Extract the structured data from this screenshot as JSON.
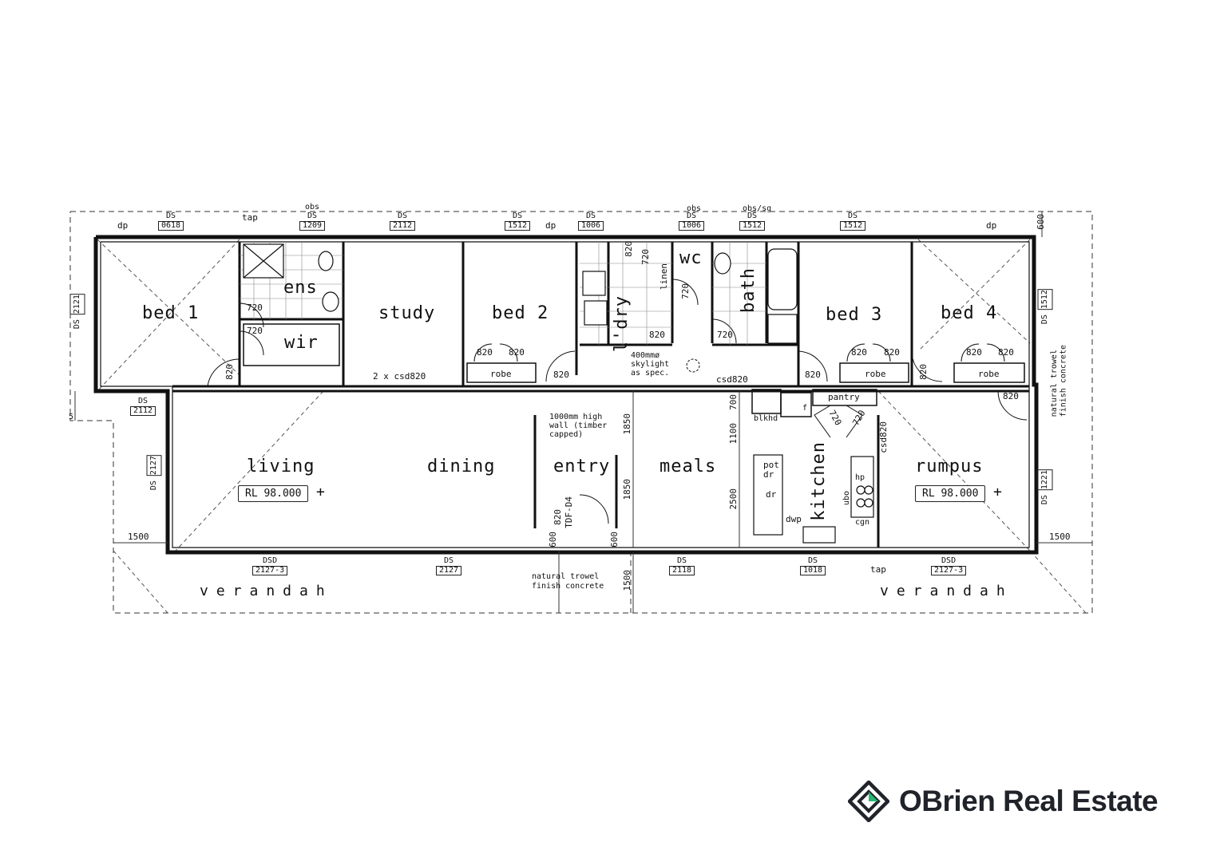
{
  "rooms": {
    "bed1": "bed 1",
    "ens": "ens",
    "wir": "wir",
    "study": "study",
    "bed2": "bed 2",
    "ldry": "l'dry",
    "linen": "linen",
    "wc": "wc",
    "bath": "bath",
    "bed3": "bed 3",
    "bed4": "bed 4",
    "living": "living",
    "dining": "dining",
    "entry": "entry",
    "meals": "meals",
    "kitchen": "kitchen",
    "rumpus": "rumpus",
    "pantry": "pantry",
    "robe": "robe",
    "verandah": "verandah"
  },
  "windows": {
    "ds": "DS",
    "dsd": "DSD",
    "obs": "obs",
    "obs_sg": "obs/sg",
    "c0618": "0618",
    "c1209": "1209",
    "c2112": "2112",
    "c1512": "1512",
    "c1006": "1006",
    "c2121": "2121",
    "c2127": "2127",
    "c2127_3": "2127-3",
    "c2118": "2118",
    "c1018": "1018",
    "c1221": "1221"
  },
  "fixtures": {
    "tap": "tap",
    "dp": "dp",
    "blkhd": "blkhd",
    "f": "f",
    "pot_dr": "pot dr",
    "dr": "dr",
    "hp": "hp",
    "ubo": "ubo",
    "cgn": "cgn",
    "dwp": "dwp",
    "tdf": "TDF-D4"
  },
  "dims": {
    "d820": "820",
    "d720": "720",
    "d700": "700",
    "d600": "600",
    "d1100": "1100",
    "d1850": "1850",
    "d2500": "2500",
    "d1500": "1500",
    "d5": "5"
  },
  "notes": {
    "csd2": "2 x csd820",
    "csd": "csd820",
    "skylight": "400mmø\nskylight\nas spec.",
    "wall": "1000mm high\nwall (timber\ncapped)",
    "concrete": "natural trowel\nfinish concrete",
    "concrete_side": "natural trowel\nfinish concrete"
  },
  "rl": {
    "living": "RL 98.000",
    "rumpus": "RL 98.000"
  },
  "brand": {
    "name": "OBrien Real Estate",
    "accent": "#2bb673",
    "dark": "#20232a"
  }
}
